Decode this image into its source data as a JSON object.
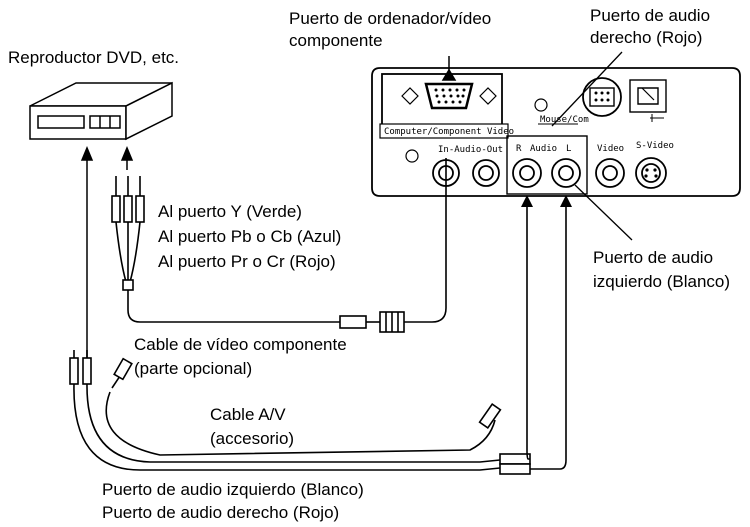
{
  "labels": {
    "computer_port_line1": "Puerto de ordenador/vídeo",
    "computer_port_line2": "componente",
    "audio_right_port_line1": "Puerto de audio",
    "audio_right_port_line2": "derecho (Rojo)",
    "dvd_player": "Reproductor DVD, etc.",
    "to_y_port": "Al puerto Y (Verde)",
    "to_pb_port": "Al puerto Pb o Cb (Azul)",
    "to_pr_port": "Al puerto Pr o Cr (Rojo)",
    "audio_left_port_line1": "Puerto de audio",
    "audio_left_port_line2": "izquierdo (Blanco)",
    "component_cable_line1": "Cable de vídeo componente",
    "component_cable_line2": "(parte opcional)",
    "av_cable_line1": "Cable A/V",
    "av_cable_line2": "(accesorio)",
    "bottom_left_audio": "Puerto de audio izquierdo (Blanco)",
    "bottom_right_audio": "Puerto de audio derecho (Rojo)"
  },
  "panel": {
    "computer_component_video": "Computer/Component Video",
    "mouse_com": "Mouse/Com",
    "in_audio_out": "In-Audio-Out",
    "r": "R",
    "audio": "Audio",
    "l": "L",
    "video": "Video",
    "s_video": "S-Video"
  }
}
